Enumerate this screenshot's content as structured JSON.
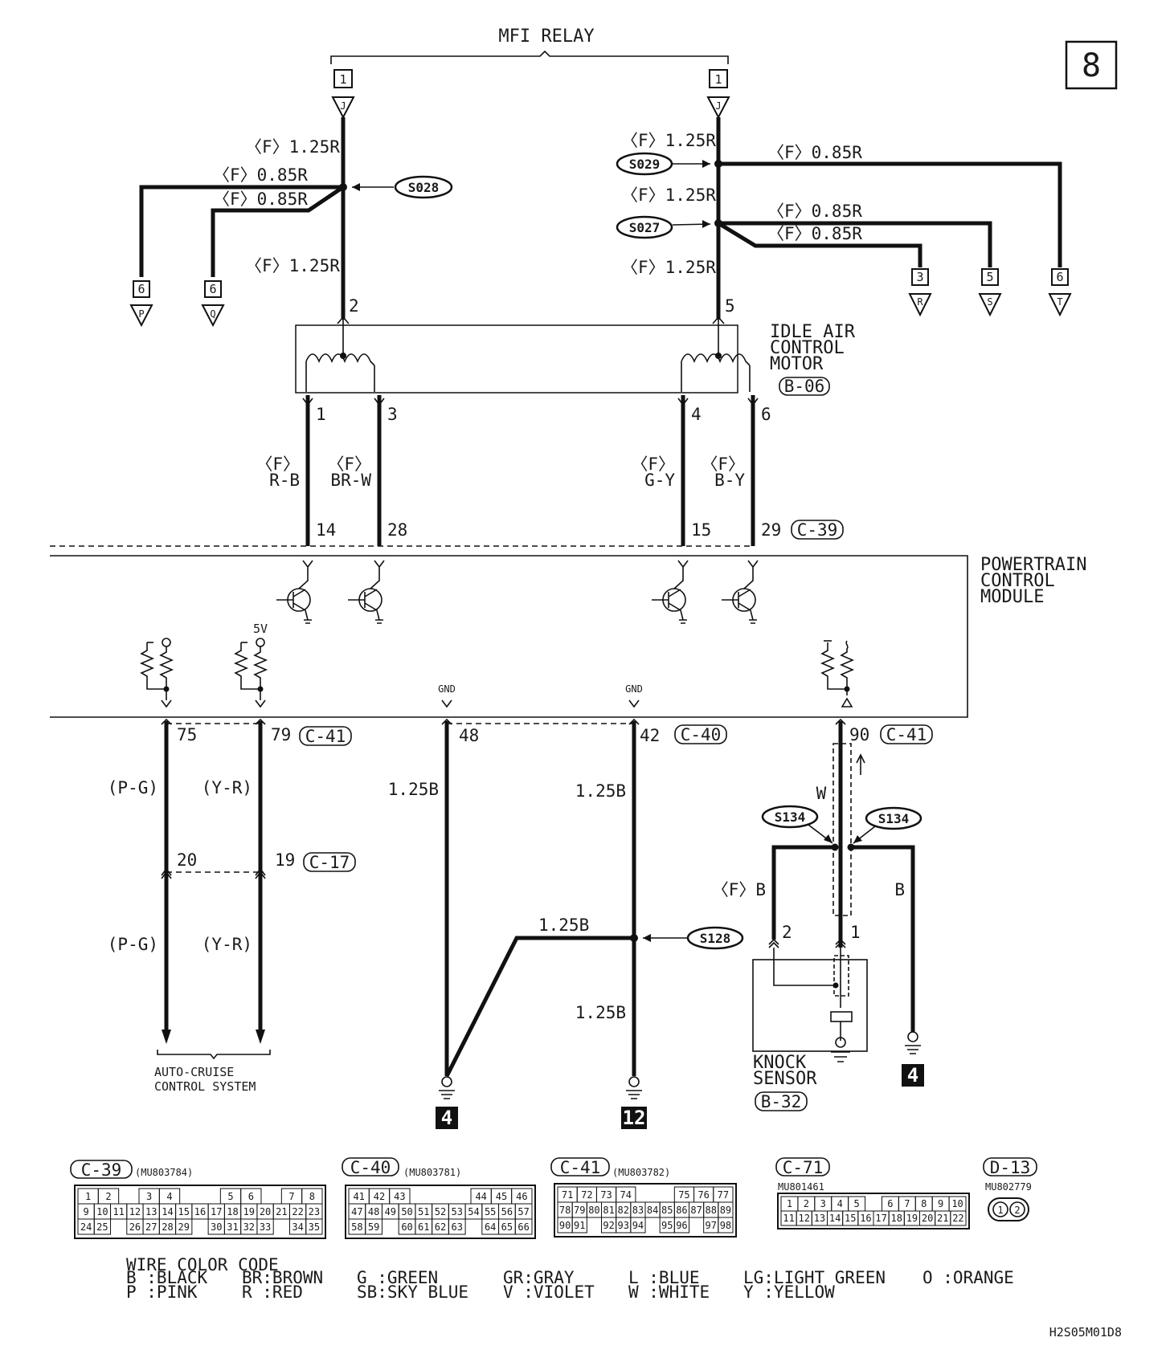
{
  "page_number": "8",
  "mfi_relay": {
    "title": "MFI RELAY",
    "left_connector": "1",
    "left_letter": "J",
    "right_connector": "1",
    "right_letter": "J"
  },
  "left_branch": {
    "top_wire": "〈F〉1.25R",
    "branch_wire_1": "〈F〉0.85R",
    "branch_wire_2": "〈F〉0.85R",
    "bottom_wire": "〈F〉1.25R",
    "splice": "S028",
    "flag_p_num": "6",
    "flag_p_letter": "P",
    "flag_q_num": "6",
    "flag_q_letter": "Q",
    "pin": "2"
  },
  "right_branch": {
    "top_wire": "〈F〉1.25R",
    "mid_wire": "〈F〉1.25R",
    "bottom_wire": "〈F〉1.25R",
    "splice_1": "S029",
    "splice_2": "S027",
    "wire_t": "〈F〉0.85R",
    "wire_s": "〈F〉0.85R",
    "wire_r": "〈F〉0.85R",
    "flag_r_num": "3",
    "flag_r_letter": "R",
    "flag_s_num": "5",
    "flag_s_letter": "S",
    "flag_t_num": "6",
    "flag_t_letter": "T",
    "pin": "5"
  },
  "idle_air_control_motor": {
    "line1": "IDLE AIR",
    "line2": "CONTROL",
    "line3": "MOTOR",
    "connector": "B-06",
    "pins": [
      "1",
      "3",
      "4",
      "6"
    ],
    "wires": [
      {
        "line1": "〈F〉",
        "line2": "R-B"
      },
      {
        "line1": "〈F〉",
        "line2": "BR-W"
      },
      {
        "line1": "〈F〉",
        "line2": "G-Y"
      },
      {
        "line1": "〈F〉",
        "line2": "B-Y"
      }
    ],
    "pcm_pins": [
      "14",
      "28",
      "15",
      "29"
    ],
    "pcm_connector": "C-39"
  },
  "pcm": {
    "line1": "POWERTRAIN",
    "line2": "CONTROL",
    "line3": "MODULE",
    "label_5v": "5V",
    "gnd_1": "GND",
    "gnd_2": "GND"
  },
  "cruise": {
    "pin_75": "75",
    "pin_79": "79",
    "connector_c41": "C-41",
    "wire_1_upper": "(P-G)",
    "wire_2_upper": "(Y-R)",
    "pin_20": "20",
    "pin_19": "19",
    "connector_c17": "C-17",
    "wire_1_lower": "(P-G)",
    "wire_2_lower": "(Y-R)",
    "system_line1": "AUTO-CRUISE",
    "system_line2": "CONTROL SYSTEM"
  },
  "ground_circuit": {
    "pin_48": "48",
    "pin_42": "42",
    "connector": "C-40",
    "wire_left": "1.25B",
    "wire_right_upper": "1.25B",
    "wire_diag": "1.25B",
    "wire_right_lower": "1.25B",
    "splice": "S128",
    "ground_left": "4",
    "ground_right": "12"
  },
  "knock_sensor": {
    "pin_90": "90",
    "connector_pcm": "C-41",
    "wire_w": "W",
    "splice_left": "S134",
    "splice_right": "S134",
    "wire_fb": "〈F〉B",
    "wire_b": "B",
    "pin_2": "2",
    "pin_1": "1",
    "line1": "KNOCK",
    "line2": "SENSOR",
    "connector": "B-32",
    "ground": "4"
  },
  "connectors": [
    {
      "id": "C-39",
      "part": "(MU803784)",
      "rows": [
        [
          "1",
          "2",
          "",
          "3",
          "4",
          "",
          "",
          "5",
          "6",
          "",
          "7",
          "8"
        ],
        [
          "9",
          "10",
          "11",
          "12",
          "13",
          "14",
          "15",
          "16",
          "17",
          "18",
          "19",
          "20",
          "21",
          "22",
          "23"
        ],
        [
          "24",
          "25",
          "",
          "26",
          "27",
          "28",
          "29",
          "",
          "30",
          "31",
          "32",
          "33",
          "",
          "34",
          "35"
        ]
      ]
    },
    {
      "id": "C-40",
      "part": "(MU803781)",
      "rows": [
        [
          "41",
          "42",
          "43",
          "",
          "",
          "",
          "44",
          "45",
          "46"
        ],
        [
          "47",
          "48",
          "49",
          "50",
          "51",
          "52",
          "53",
          "54",
          "55",
          "56",
          "57"
        ],
        [
          "58",
          "59",
          "",
          "60",
          "61",
          "62",
          "63",
          "",
          "64",
          "65",
          "66"
        ]
      ]
    },
    {
      "id": "C-41",
      "part": "(MU803782)",
      "rows": [
        [
          "71",
          "72",
          "73",
          "74",
          "",
          "",
          "75",
          "76",
          "77"
        ],
        [
          "78",
          "79",
          "80",
          "81",
          "82",
          "83",
          "84",
          "85",
          "86",
          "87",
          "88",
          "89"
        ],
        [
          "90",
          "91",
          "",
          "92",
          "93",
          "94",
          "",
          "95",
          "96",
          "",
          "97",
          "98"
        ]
      ]
    },
    {
      "id": "C-71",
      "part": "MU801461",
      "rows": [
        [
          "1",
          "2",
          "3",
          "4",
          "5",
          "",
          "6",
          "7",
          "8",
          "9",
          "10"
        ],
        [
          "11",
          "12",
          "13",
          "14",
          "15",
          "16",
          "17",
          "18",
          "19",
          "20",
          "21",
          "22"
        ]
      ]
    },
    {
      "id": "D-13",
      "part": "MU802779",
      "pins": [
        "1",
        "2"
      ]
    }
  ],
  "wire_color_code": {
    "title": "WIRE COLOR CODE",
    "row1": [
      "B :BLACK",
      "BR:BROWN",
      "G :GREEN",
      "GR:GRAY",
      "L :BLUE",
      "LG:LIGHT GREEN",
      "O :ORANGE"
    ],
    "row2": [
      "P :PINK",
      "R :RED",
      "SB:SKY BLUE",
      "V :VIOLET",
      "W :WHITE",
      "Y :YELLOW"
    ]
  },
  "doc_id": "H2S05M01D8"
}
